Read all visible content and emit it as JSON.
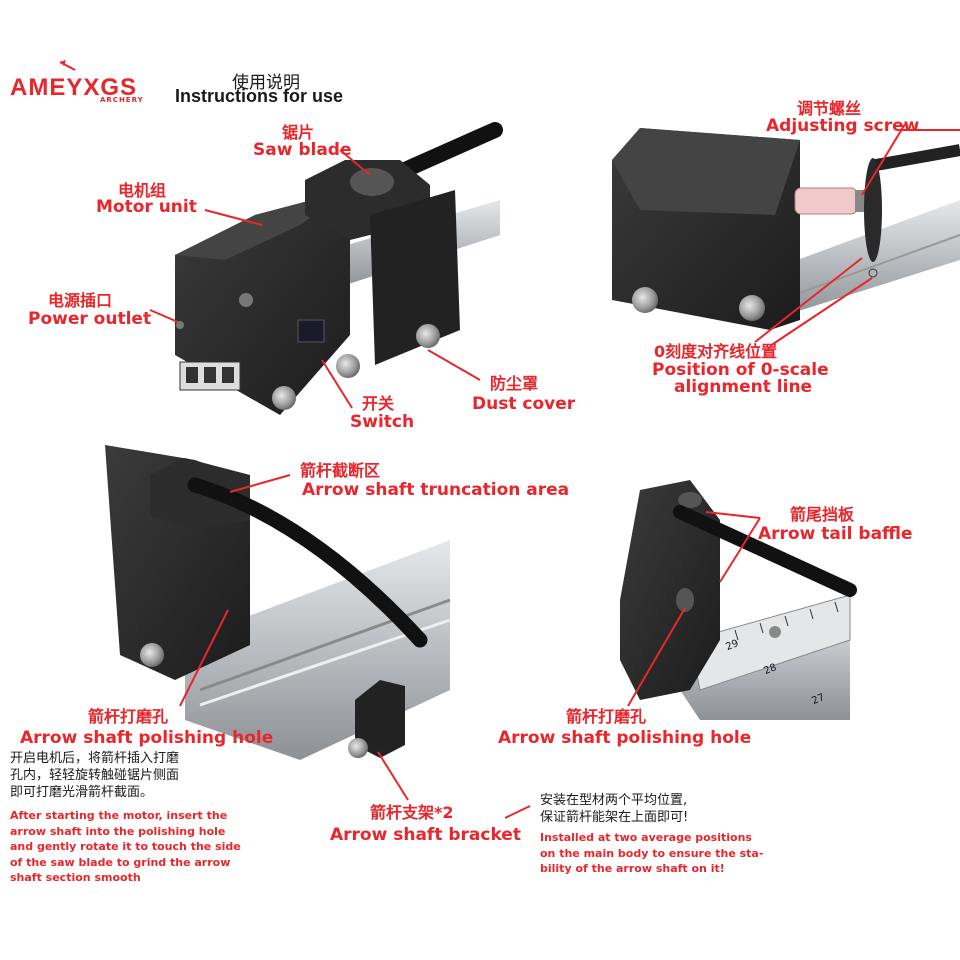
{
  "header": {
    "brand_name": "AMEYXGS",
    "brand_sub": "ARCHERY",
    "title_cn": "使用说明",
    "title_en": "Instructions for use"
  },
  "fig1": {
    "saw_blade_cn": "锯片",
    "saw_blade_en": "Saw blade",
    "motor_unit_cn": "电机组",
    "motor_unit_en": "Motor unit",
    "power_outlet_cn": "电源插口",
    "power_outlet_en": "Power outlet",
    "switch_cn": "开关",
    "switch_en": "Switch",
    "dust_cover_cn": "防尘罩",
    "dust_cover_en": "Dust cover"
  },
  "fig2": {
    "adjusting_screw_cn": "调节螺丝",
    "adjusting_screw_en": "Adjusting screw",
    "zero_scale_cn": "0刻度对齐线位置",
    "zero_scale_en_1": "Position of 0-scale",
    "zero_scale_en_2": "alignment line"
  },
  "fig3": {
    "truncation_cn": "箭杆截断区",
    "truncation_en": "Arrow shaft truncation area",
    "polishing_cn": "箭杆打磨孔",
    "polishing_en": "Arrow shaft polishing hole",
    "note_cn": [
      "开启电机后，将箭杆插入打磨",
      "孔内，轻轻旋转触碰锯片侧面",
      "即可打磨光滑箭杆截面。"
    ],
    "note_en": [
      "After starting the motor, insert the",
      "arrow shaft into the  polishing hole",
      "and gently rotate it to touch the side",
      "of the saw blade to grind the arrow",
      "shaft section smooth"
    ],
    "bracket_cn": "箭杆支架*2",
    "bracket_en": "Arrow shaft bracket"
  },
  "fig4": {
    "tail_baffle_cn": "箭尾挡板",
    "tail_baffle_en": "Arrow tail baffle",
    "polishing_cn": "箭杆打磨孔",
    "polishing_en": "Arrow shaft polishing hole",
    "scale_ticks": [
      "29",
      "28",
      "27"
    ]
  },
  "bracket_note": {
    "note_cn": [
      "安装在型材两个平均位置,",
      "保证箭杆能架在上面即可!"
    ],
    "note_en": [
      "Installed at two average positions",
      "on the main body to ensure the sta-",
      "bility of the arrow shaft on it!"
    ]
  },
  "colors": {
    "accent": "#e8262b",
    "machine": "#2a2a2a",
    "rail": "#c9ccd0"
  }
}
